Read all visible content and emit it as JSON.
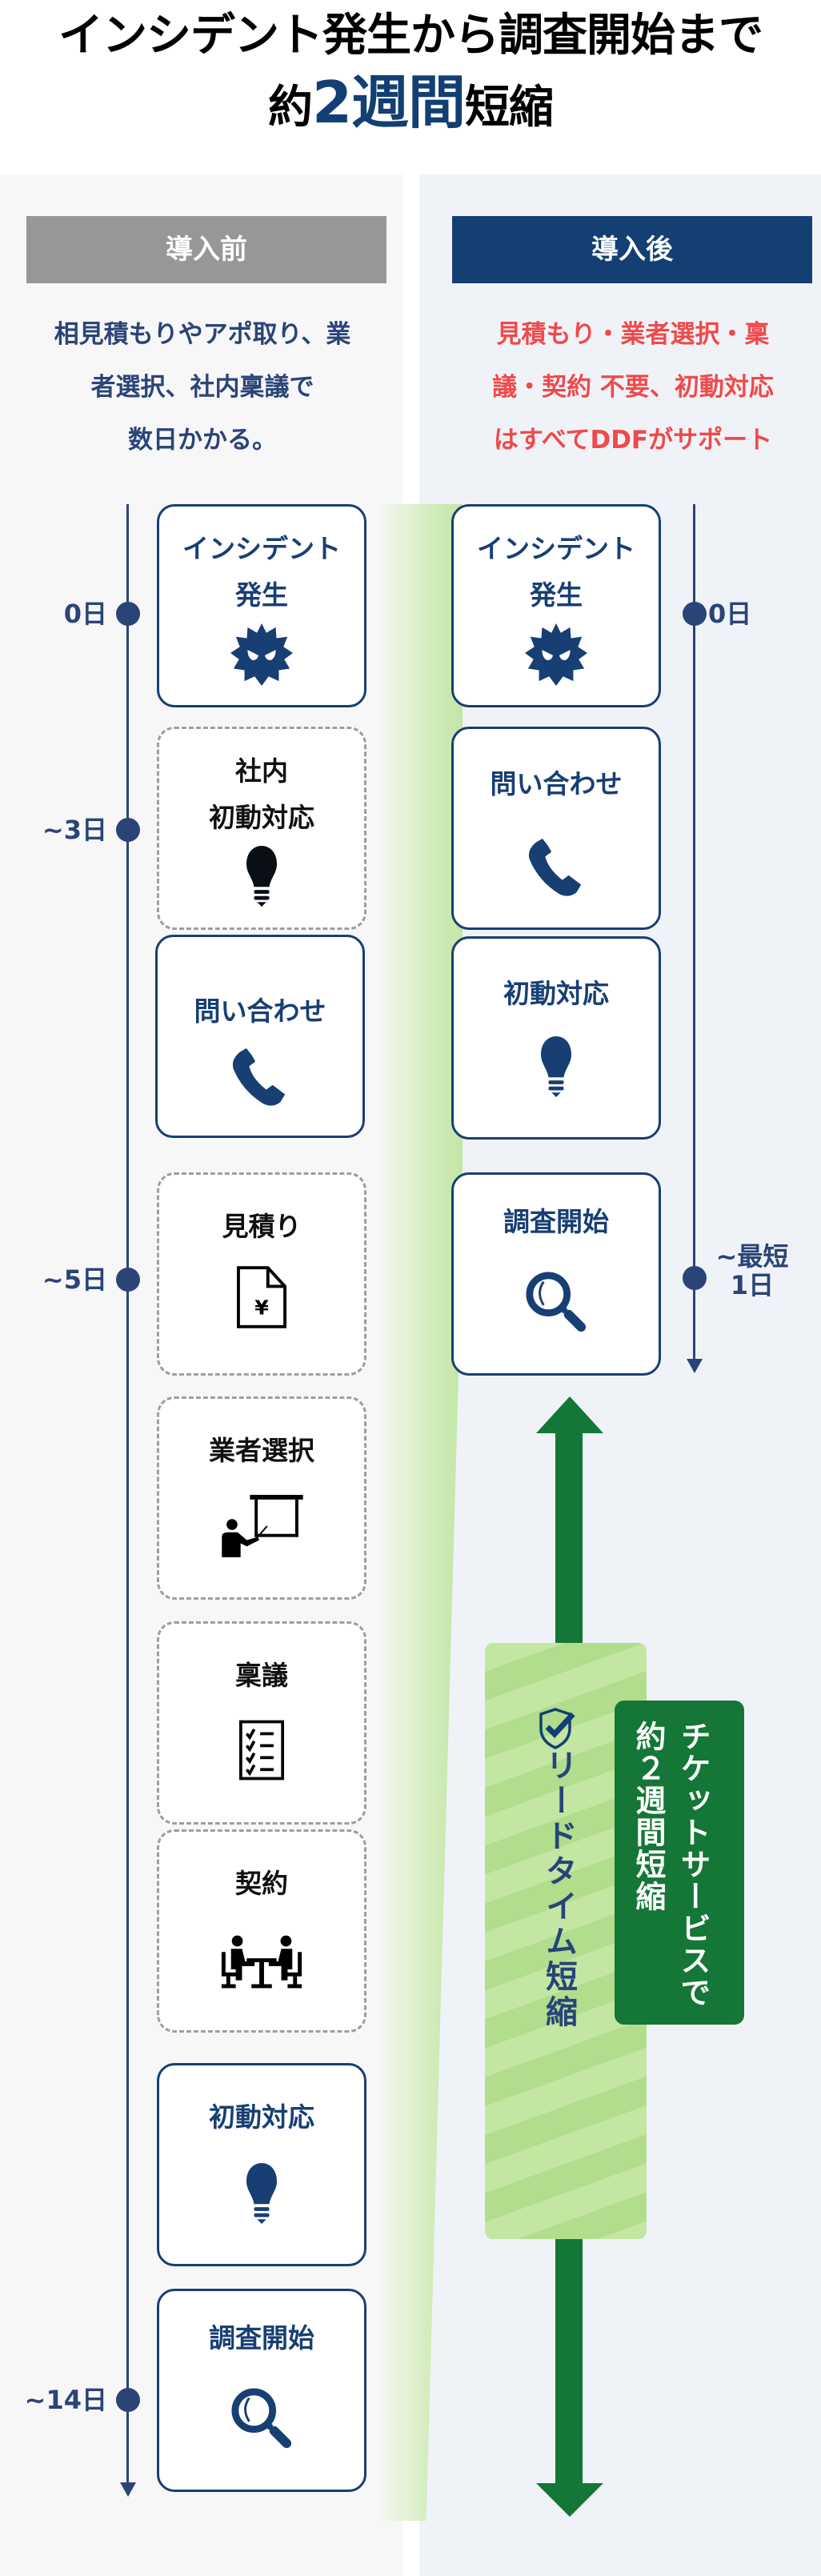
{
  "title": {
    "line1": "インシデント発生から調査開始まで",
    "line2_prefix": "約",
    "line2_accent": "2週間",
    "line2_suffix": "短縮"
  },
  "colors": {
    "navy": "#133f73",
    "gray_header": "#979797",
    "red_text": "#f0494a",
    "green_dark": "#147637",
    "green_light": "#c3e6a2"
  },
  "before": {
    "header": "導入前",
    "description": "相見積もりやアポ取り、業\n者選択、社内稟議で\n数日かかる。",
    "timeline": [
      {
        "label": "0日"
      },
      {
        "label": "~3日"
      },
      {
        "label": "~5日"
      },
      {
        "label": "~14日"
      }
    ],
    "steps": [
      {
        "label": "インシデント\n発生",
        "icon": "virus-icon",
        "style": "solid"
      },
      {
        "label": "社内\n初動対応",
        "icon": "lightbulb-icon",
        "style": "dashed"
      },
      {
        "label": "問い合わせ",
        "icon": "phone-icon",
        "style": "solid"
      },
      {
        "label": "見積り",
        "icon": "yen-document-icon",
        "style": "dashed"
      },
      {
        "label": "業者選択",
        "icon": "presenter-icon",
        "style": "dashed"
      },
      {
        "label": "稟議",
        "icon": "checklist-icon",
        "style": "dashed"
      },
      {
        "label": "契約",
        "icon": "meeting-icon",
        "style": "dashed"
      },
      {
        "label": "初動対応",
        "icon": "lightbulb-icon",
        "style": "solid"
      },
      {
        "label": "調査開始",
        "icon": "magnifier-icon",
        "style": "solid"
      }
    ]
  },
  "after": {
    "header": "導入後",
    "description": "見積もり・業者選択・稟\n議・契約 不要、初動対応\nはすべてDDFがサポート",
    "timeline": [
      {
        "label": "0日"
      },
      {
        "label": "~最短\n1日"
      }
    ],
    "steps": [
      {
        "label": "インシデント\n発生",
        "icon": "virus-icon",
        "style": "solid"
      },
      {
        "label": "問い合わせ",
        "icon": "phone-icon",
        "style": "solid"
      },
      {
        "label": "初動対応",
        "icon": "lightbulb-icon",
        "style": "solid"
      },
      {
        "label": "調査開始",
        "icon": "magnifier-icon",
        "style": "solid"
      }
    ]
  },
  "lead_time": {
    "label": "リードタイム短縮",
    "icon": "shield-check-icon"
  },
  "ticket_note": {
    "line1": "チケットサービスで",
    "line2": "約２週間短縮"
  }
}
